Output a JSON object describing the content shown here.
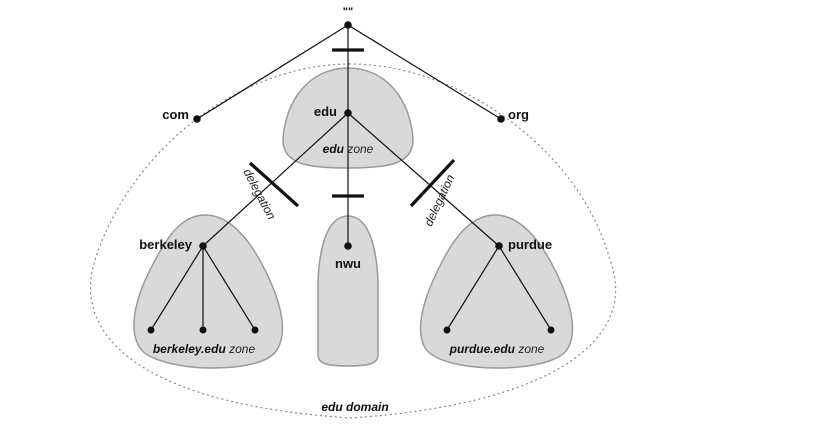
{
  "root": {
    "label": "\"\""
  },
  "nodes": {
    "com": "com",
    "org": "org",
    "edu": "edu",
    "berkeley": "berkeley",
    "nwu": "nwu",
    "purdue": "purdue"
  },
  "zones": {
    "edu": {
      "bold": "edu",
      "suffix": " zone"
    },
    "berkeley": {
      "bold": "berkeley.edu",
      "suffix": " zone"
    },
    "purdue": {
      "bold": "purdue.edu",
      "suffix": " zone"
    }
  },
  "delegation_left": "delegation",
  "delegation_right": "delegation",
  "domain_label": "edu domain",
  "colors": {
    "zone_fill": "#d9d9d9",
    "zone_stroke": "#9a9a9a",
    "ink": "#111111"
  }
}
